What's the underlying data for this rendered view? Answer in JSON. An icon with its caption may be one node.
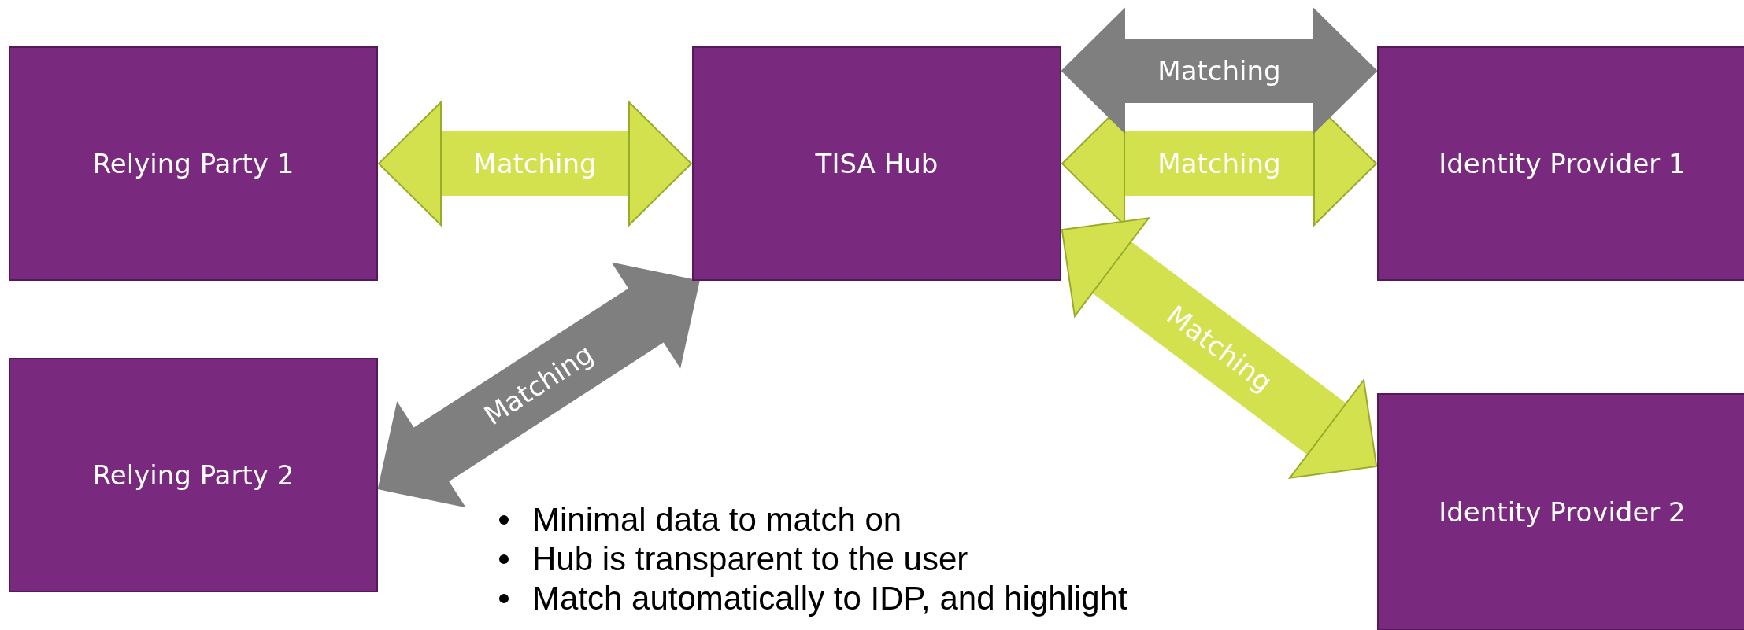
{
  "diagram": {
    "nodes": [
      {
        "text": [
          "Relying Party 1"
        ]
      },
      {
        "text": [
          "TISA Hub"
        ]
      },
      {
        "text": [
          "Identity Provider 1"
        ]
      },
      {
        "text": [
          "Relying Party 2"
        ]
      },
      {
        "text": [
          "Identity Provider 2"
        ]
      }
    ],
    "edges": [
      {
        "from": 0,
        "to": 1,
        "arrow": "both",
        "label": "Matching"
      },
      {
        "from": 1,
        "to": 2,
        "arrow": "both",
        "label": "Matching"
      },
      {
        "from": 1,
        "to": 2,
        "arrow": "both",
        "label": "Matching",
        "color": "#7f7f7f"
      },
      {
        "from": 3,
        "to": 1,
        "arrow": "both",
        "label": "Matching",
        "color": "#7f7f7f"
      },
      {
        "from": 1,
        "to": 4,
        "arrow": "both",
        "label": "Matching"
      }
    ],
    "labels": [
      "Minimal data to match on",
      "Hub is transparent to the user",
      "Match automatically to IDP, and highlight"
    ]
  }
}
